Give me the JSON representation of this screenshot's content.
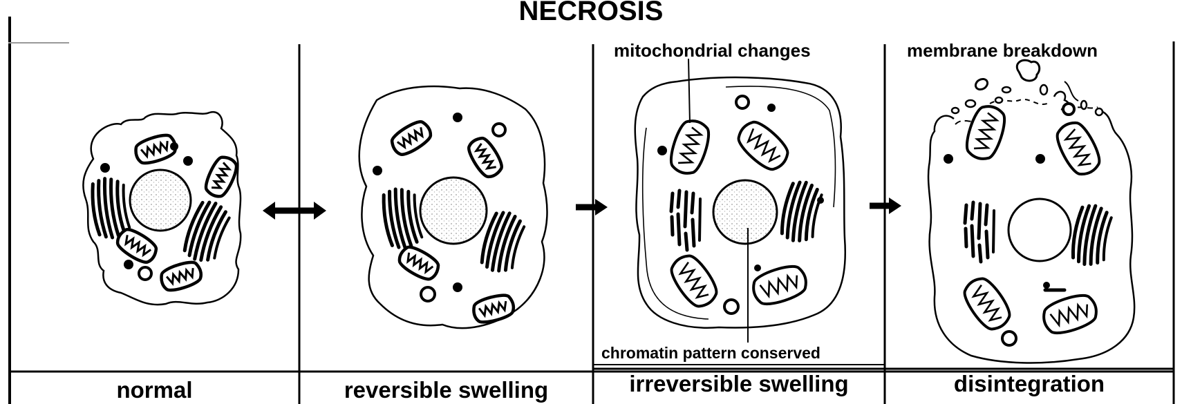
{
  "title": "NECROSIS",
  "panels": [
    {
      "label": "normal"
    },
    {
      "label": "reversible swelling"
    },
    {
      "label": "irreversible swelling"
    },
    {
      "label": "disintegration"
    }
  ],
  "annotations": {
    "mitochondrial": "mitochondrial changes",
    "chromatin": "chromatin pattern conserved",
    "membrane": "membrane breakdown"
  },
  "colors": {
    "ink": "#000000",
    "background": "#ffffff",
    "stipple": "#bdbdbd"
  }
}
